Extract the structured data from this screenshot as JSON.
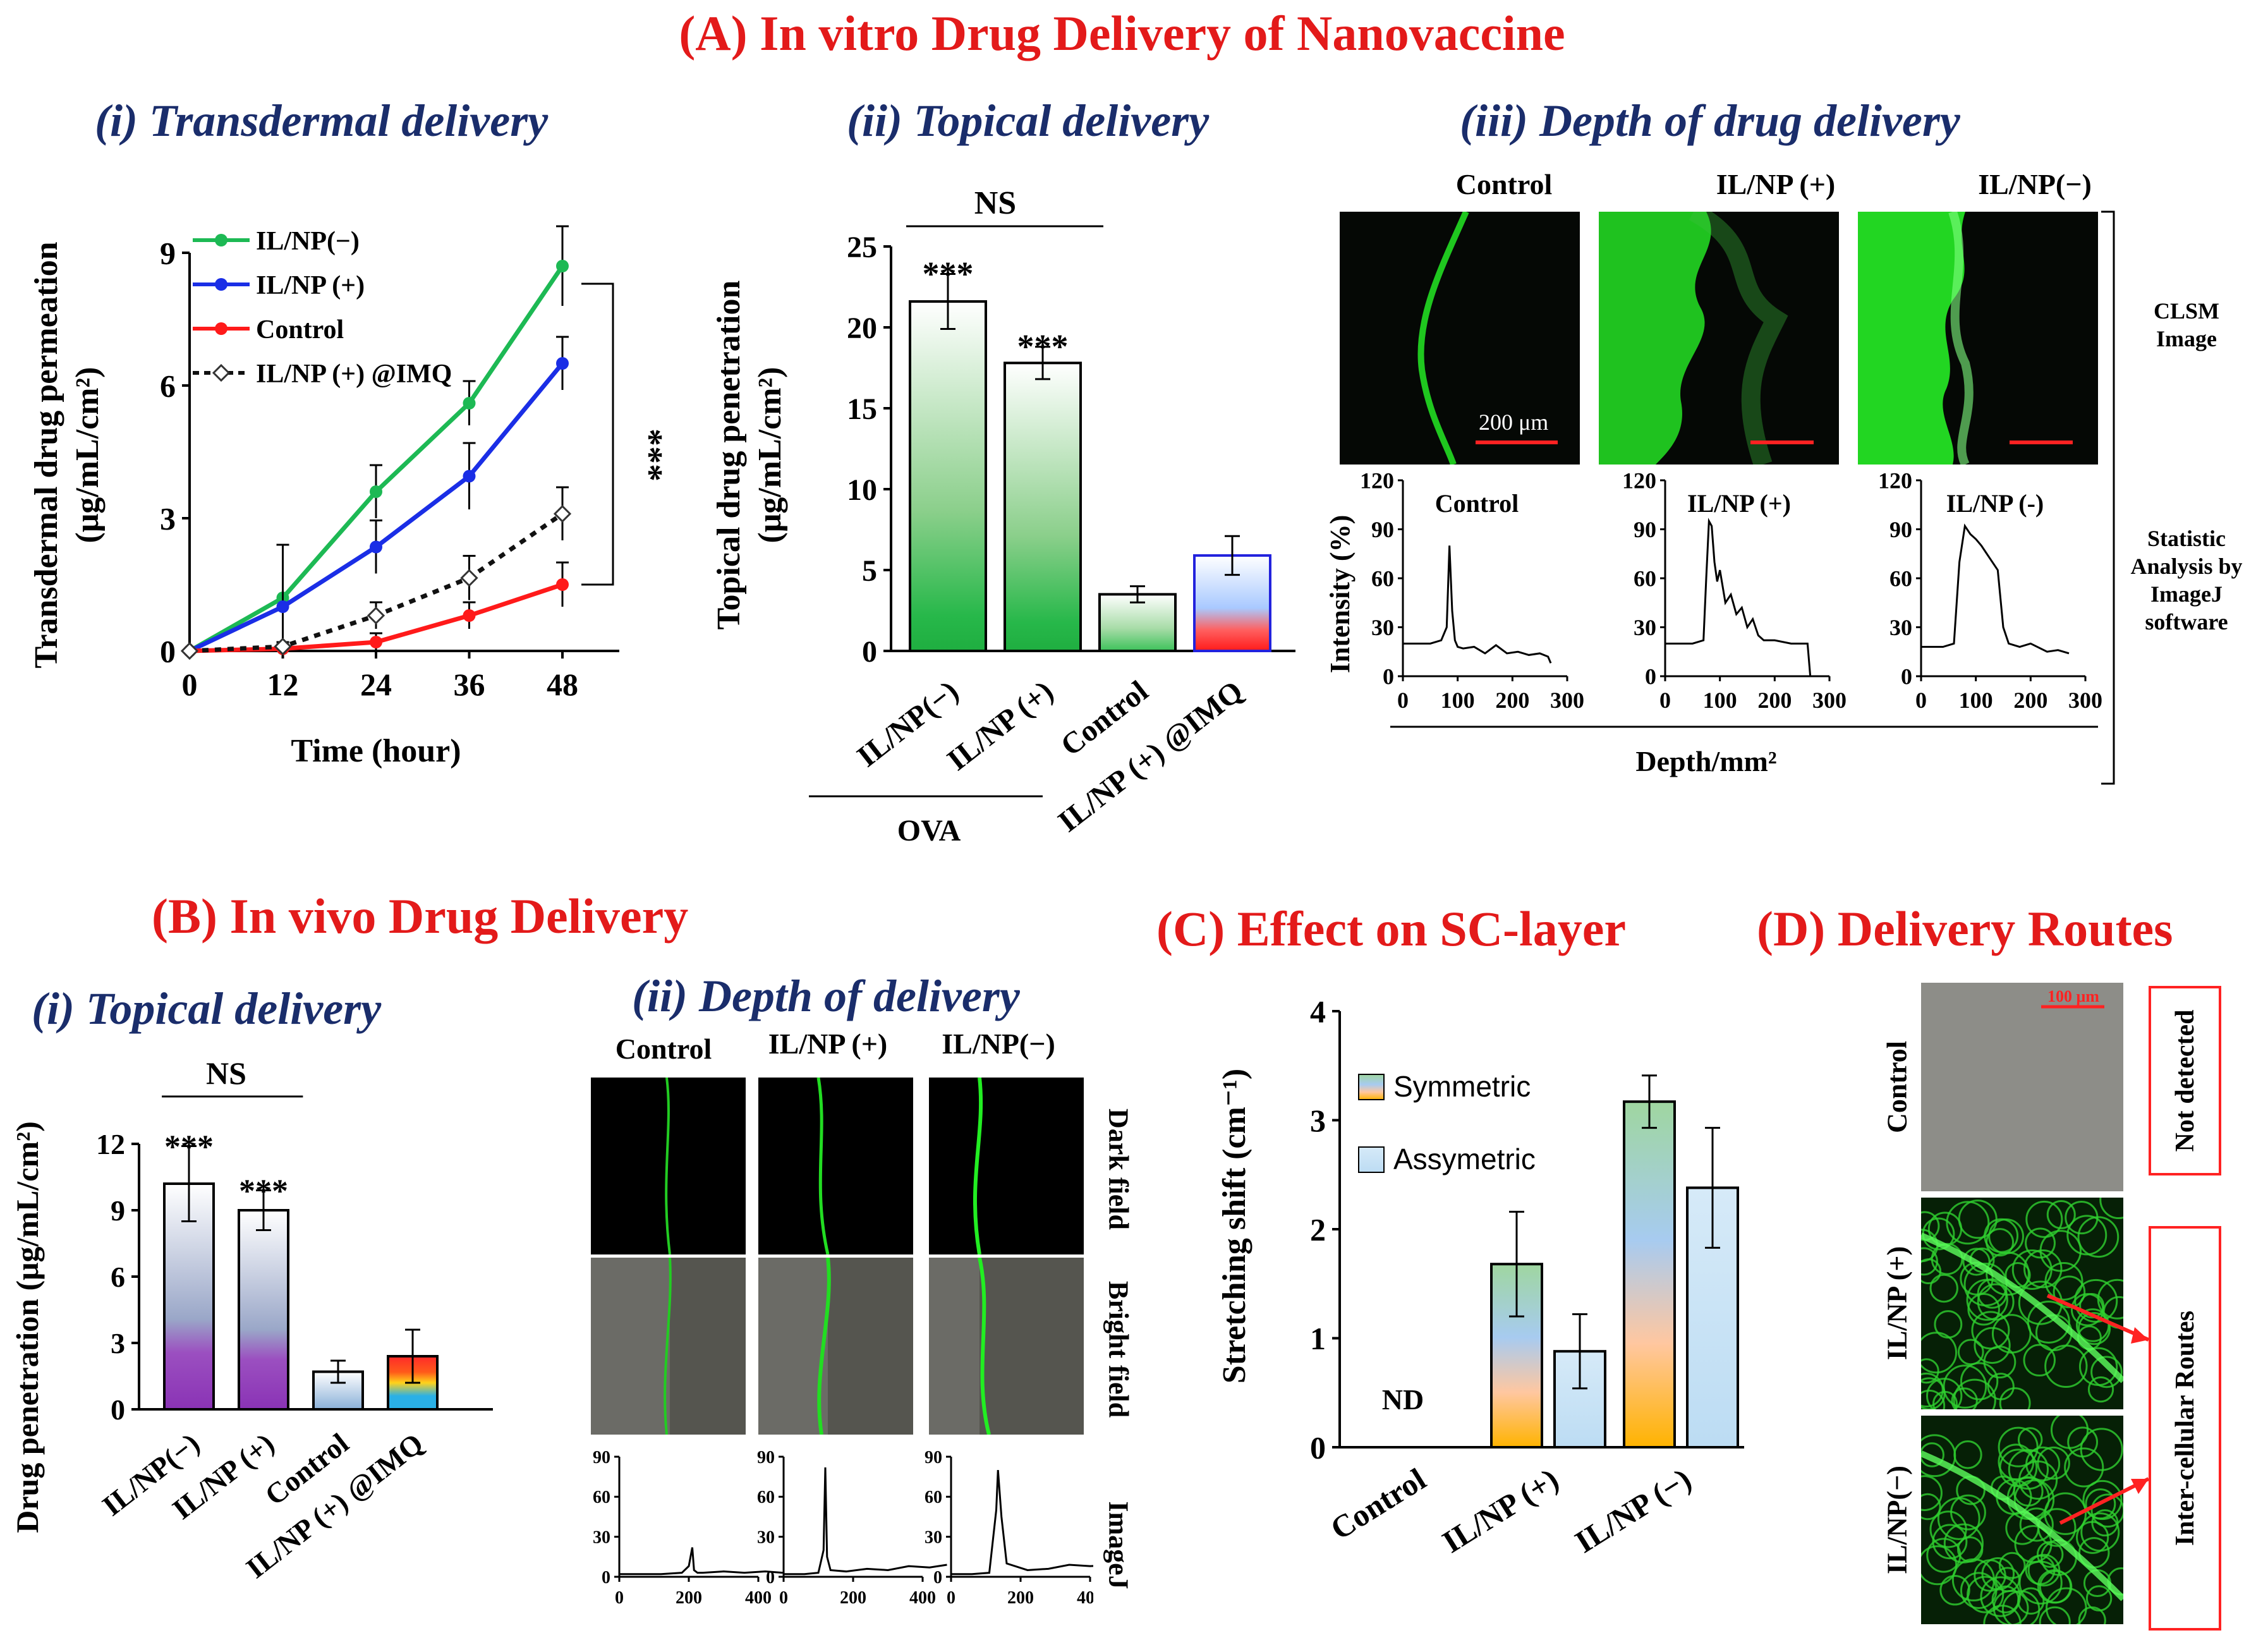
{
  "titles": {
    "A": "(A) In vitro Drug Delivery of Nanovaccine",
    "A_i": "(i) Transdermal delivery",
    "A_ii": "(ii) Topical delivery",
    "A_iii": "(iii) Depth of drug delivery",
    "B": "(B) In vivo Drug Delivery",
    "B_i": "(i) Topical delivery",
    "B_ii": "(ii) Depth of delivery",
    "C": "(C) Effect on SC-layer",
    "D": "(D) Delivery Routes"
  },
  "chart_data": [
    {
      "id": "A_i",
      "type": "line",
      "x": [
        0,
        12,
        24,
        36,
        48
      ],
      "xlabel": "Time (hour)",
      "ylabel": "Transdermal drug permeation (μg/mL/cm²)",
      "ylim": [
        0,
        9
      ],
      "yticks": [
        0,
        3,
        6,
        9
      ],
      "series": [
        {
          "name": "IL/NP(−)",
          "color": "#1db954",
          "values": [
            0,
            1.2,
            3.6,
            5.6,
            8.7
          ],
          "err": [
            0,
            1.2,
            0.6,
            0.5,
            0.9
          ]
        },
        {
          "name": "IL/NP (+)",
          "color": "#1a2ee6",
          "values": [
            0,
            1.0,
            2.35,
            3.95,
            6.5
          ],
          "err": [
            0,
            1.4,
            0.6,
            0.75,
            0.6
          ]
        },
        {
          "name": "Control",
          "color": "#ff1a1a",
          "values": [
            0,
            0.05,
            0.2,
            0.8,
            1.5
          ],
          "err": [
            0,
            0.1,
            0.2,
            0.3,
            0.5
          ]
        },
        {
          "name": "IL/NP (+) @IMQ",
          "color": "#111111",
          "dashed": true,
          "values": [
            0,
            0.1,
            0.8,
            1.65,
            3.1
          ],
          "err": [
            0,
            0.1,
            0.3,
            0.5,
            0.6
          ]
        }
      ],
      "significance": "***"
    },
    {
      "id": "A_ii",
      "type": "bar",
      "categories": [
        "IL/NP(−)",
        "IL/NP (+)",
        "Control",
        "IL/NP (+) @IMQ"
      ],
      "values": [
        21.6,
        17.8,
        3.5,
        5.9
      ],
      "err": [
        1.7,
        1.0,
        0.5,
        1.2
      ],
      "ylabel": "Topical drug penetration (μg/mL/cm²)",
      "ylim": [
        0,
        25
      ],
      "yticks": [
        0,
        5,
        10,
        15,
        20,
        25
      ],
      "annotations": [
        "***",
        "***",
        "",
        ""
      ],
      "group_label": "OVA",
      "bracket_label": "NS"
    },
    {
      "id": "B_i",
      "type": "bar",
      "categories": [
        "IL/NP(−)",
        "IL/NP (+)",
        "Control",
        "IL/NP (+) @IMQ"
      ],
      "values": [
        10.2,
        9.0,
        1.7,
        2.4
      ],
      "err": [
        1.7,
        0.9,
        0.5,
        1.2
      ],
      "ylabel": "Drug penetration (μg/mL/cm²)",
      "ylim": [
        0,
        12
      ],
      "yticks": [
        0,
        3,
        6,
        9,
        12
      ],
      "annotations": [
        "***",
        "***",
        "",
        ""
      ],
      "bracket_label": "NS"
    },
    {
      "id": "C",
      "type": "bar",
      "categories": [
        "Control",
        "IL/NP (+)",
        "IL/NP (−)"
      ],
      "series": [
        {
          "name": "Symmetric",
          "values": [
            0,
            1.68,
            3.17
          ],
          "err": [
            0,
            0.48,
            0.24
          ]
        },
        {
          "name": "Assymetric",
          "values": [
            0,
            0.88,
            2.38
          ],
          "err": [
            0,
            0.34,
            0.55
          ]
        }
      ],
      "ylabel": "Stretching shift (cm⁻¹)",
      "ylim": [
        0,
        4
      ],
      "yticks": [
        0,
        1,
        2,
        3,
        4
      ],
      "annotations": [
        "ND"
      ]
    },
    {
      "id": "A_iii",
      "type": "line",
      "xlabel": "Depth/mm²",
      "ylabel": "Intensity (%)",
      "ylim": [
        0,
        120
      ],
      "yticks": [
        0,
        30,
        60,
        90,
        120
      ],
      "xticks": [
        0,
        100,
        200,
        300
      ],
      "series": [
        {
          "name": "Control",
          "x": [
            0,
            50,
            70,
            80,
            85,
            90,
            95,
            100,
            110,
            130,
            150,
            170,
            190,
            210,
            230,
            250,
            265,
            270
          ],
          "values": [
            20,
            20,
            22,
            30,
            80,
            40,
            22,
            18,
            17,
            18,
            14,
            19,
            14,
            15,
            13,
            14,
            12,
            8
          ]
        },
        {
          "name": "IL/NP (+)",
          "x": [
            0,
            50,
            70,
            75,
            80,
            85,
            90,
            95,
            100,
            110,
            120,
            130,
            140,
            150,
            160,
            170,
            180,
            200,
            230,
            260,
            265
          ],
          "values": [
            20,
            20,
            22,
            60,
            95,
            92,
            70,
            58,
            65,
            45,
            50,
            38,
            42,
            30,
            35,
            25,
            22,
            22,
            20,
            20,
            0
          ]
        },
        {
          "name": "IL/NP (-)",
          "x": [
            0,
            40,
            60,
            70,
            80,
            90,
            100,
            110,
            120,
            130,
            140,
            150,
            160,
            180,
            200,
            230,
            250,
            270
          ],
          "values": [
            18,
            18,
            20,
            70,
            92,
            87,
            84,
            80,
            75,
            70,
            65,
            30,
            20,
            18,
            20,
            15,
            16,
            14
          ]
        }
      ]
    },
    {
      "id": "B_ii",
      "type": "line",
      "xlabel": "",
      "ylabel": "",
      "ylim": [
        0,
        90
      ],
      "yticks": [
        0,
        30,
        60,
        90
      ],
      "xticks": [
        0,
        200,
        400
      ],
      "series": [
        {
          "name": "Control",
          "x": [
            0,
            60,
            120,
            180,
            200,
            210,
            215,
            225,
            240,
            300,
            360,
            420,
            470
          ],
          "values": [
            2,
            2,
            2,
            3,
            8,
            22,
            5,
            3,
            3,
            4,
            3,
            4,
            3
          ]
        },
        {
          "name": "IL/NP (+)",
          "x": [
            0,
            60,
            100,
            115,
            120,
            125,
            135,
            180,
            240,
            300,
            360,
            420,
            470
          ],
          "values": [
            2,
            2,
            3,
            20,
            82,
            15,
            5,
            4,
            6,
            5,
            8,
            7,
            9
          ]
        },
        {
          "name": "IL/NP (−)",
          "x": [
            0,
            60,
            110,
            130,
            135,
            145,
            160,
            220,
            280,
            340,
            400,
            470
          ],
          "values": [
            2,
            2,
            3,
            50,
            80,
            45,
            10,
            5,
            6,
            9,
            8,
            9
          ]
        }
      ]
    }
  ],
  "A_iii_images": {
    "columns": [
      "Control",
      "IL/NP (+)",
      "IL/NP(−)"
    ],
    "scale_label": "200 μm",
    "side_label_top": "CLSM Image",
    "side_label_bottom": "Statistic Analysis by ImageJ software"
  },
  "B_ii_images": {
    "columns": [
      "Control",
      "IL/NP (+)",
      "IL/NP(−)"
    ],
    "row_labels": [
      "Dark field",
      "Bright field",
      "ImageJ"
    ]
  },
  "D_images": {
    "row_labels": [
      "Control",
      "IL/NP (+)",
      "IL/NP(−)"
    ],
    "scale_label": "100 μm",
    "box_labels": [
      "Not detected",
      "Inter-cellular Routes"
    ]
  },
  "colors": {
    "title_red": "#e31a1a",
    "subtitle_blue": "#1a2d6b",
    "fluor_green": "#33ff33"
  }
}
